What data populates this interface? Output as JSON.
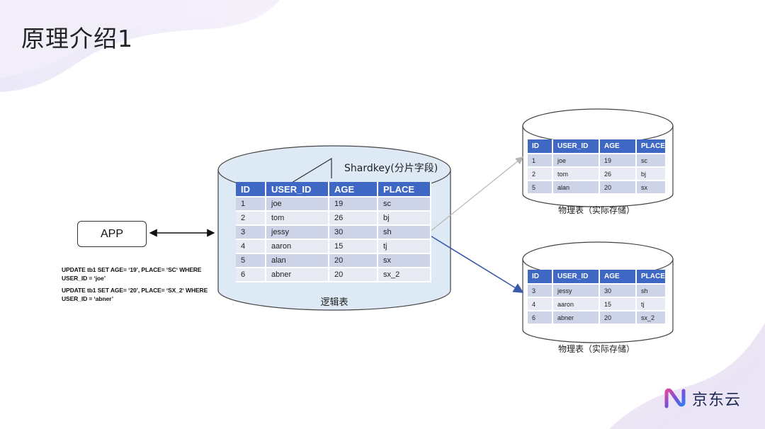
{
  "slide": {
    "title": "原理介绍1"
  },
  "logical_table": {
    "shardkey_label": "Shardkey(分片字段)",
    "caption": "逻辑表",
    "columns": [
      "ID",
      "USER_ID",
      "AGE",
      "PLACE"
    ],
    "rows": [
      [
        "1",
        "joe",
        "19",
        "sc"
      ],
      [
        "2",
        "tom",
        "26",
        "bj"
      ],
      [
        "3",
        "jessy",
        "30",
        "sh"
      ],
      [
        "4",
        "aaron",
        "15",
        "tj"
      ],
      [
        "5",
        "alan",
        "20",
        "sx"
      ],
      [
        "6",
        "abner",
        "20",
        "sx_2"
      ]
    ]
  },
  "shard_1": {
    "caption": "物理表（实际存储）",
    "columns": [
      "ID",
      "USER_ID",
      "AGE",
      "PLACE"
    ],
    "rows": [
      [
        "1",
        "joe",
        "19",
        "sc"
      ],
      [
        "2",
        "tom",
        "26",
        "bj"
      ],
      [
        "5",
        "alan",
        "20",
        "sx"
      ]
    ]
  },
  "shard_2": {
    "caption": "物理表（实际存储）",
    "columns": [
      "ID",
      "USER_ID",
      "AGE",
      "PLACE"
    ],
    "rows": [
      [
        "3",
        "jessy",
        "30",
        "sh"
      ],
      [
        "4",
        "aaron",
        "15",
        "tj"
      ],
      [
        "6",
        "abner",
        "20",
        "sx_2"
      ]
    ]
  },
  "app": {
    "label": "APP"
  },
  "sql": {
    "statement_1_line_1": "UPDATE tb1 SET AGE= ‘19’, PLACE= ‘SC‘ WHERE",
    "statement_1_line_2": "USER_ID = ‘joe’",
    "statement_2_line_1": "UPDATE tb1 SET AGE= ‘20’, PLACE= ‘SX_2‘ WHERE",
    "statement_2_line_2": "USER_ID = ‘abner’"
  },
  "logo": {
    "text": "京东云",
    "icon": "jd-cloud-logo-icon"
  },
  "colors": {
    "header_blue": "#3f67c4",
    "row_dark": "#cdd4e8",
    "row_light": "#e8ebf3",
    "cylinder_fill": "#dde9f5",
    "arrow_blue": "#3a5aa8"
  }
}
